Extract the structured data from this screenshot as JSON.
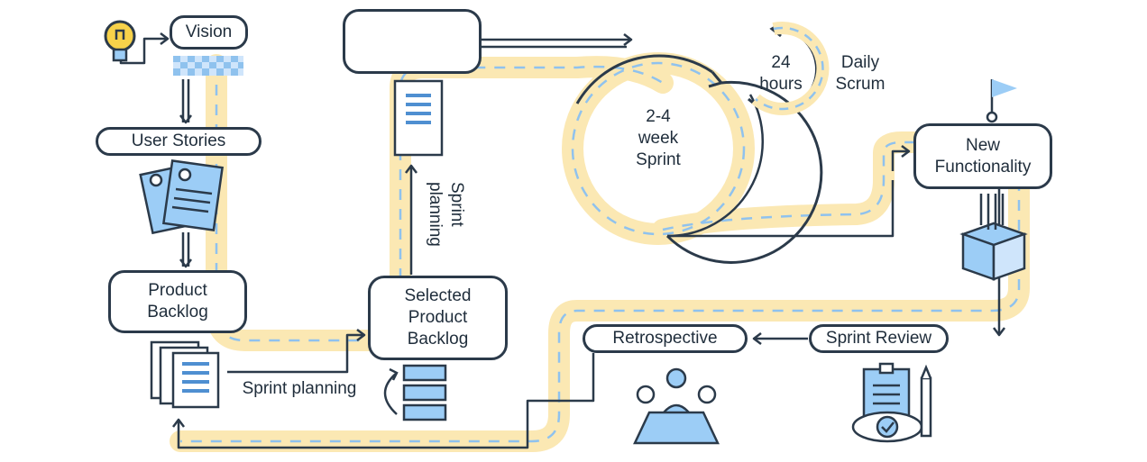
{
  "diagram": {
    "nodes": {
      "vision": "Vision",
      "user_stories": "User Stories",
      "product_backlog": "Product\nBacklog",
      "selected_backlog": "Selected\nProduct\nBacklog",
      "sprint_cycle": "2-4\nweek\nSprint",
      "daily_hours": "24\nhours",
      "daily_scrum": "Daily\nScrum",
      "new_functionality": "New\nFunctionality",
      "sprint_review": "Sprint Review",
      "retrospective": "Retrospective",
      "blank_box": ""
    },
    "edge_labels": {
      "sprint_planning_horizontal": "Sprint planning",
      "sprint_planning_vertical": "Sprint\nplanning"
    },
    "icons": [
      "lightbulb-icon",
      "checkered-flag-icon",
      "user-stories-cards-icon",
      "backlog-documents-icon",
      "stack-icon",
      "selected-document-icon",
      "flag-icon",
      "box-icon",
      "team-meeting-icon",
      "review-clipboard-icon",
      "pencil-icon"
    ],
    "colors": {
      "path": "#fbe8b3",
      "dash": "#8fc2ee",
      "outline": "#2b3a4a",
      "accent": "#9ccdf6"
    }
  }
}
